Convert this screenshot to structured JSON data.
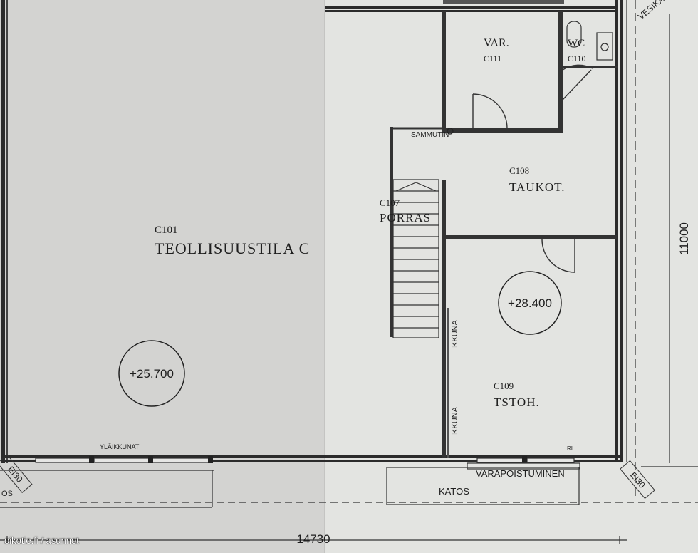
{
  "rooms": [
    {
      "code": "C101",
      "name": "TEOLLISUUSTILA C"
    },
    {
      "code": "C107",
      "name": "PORRAS"
    },
    {
      "code": "C108",
      "name": "TAUKOT."
    },
    {
      "code": "C109",
      "name": "TSTOH."
    },
    {
      "code": "C110",
      "name": "WC"
    },
    {
      "code": "C111",
      "name": "VAR."
    }
  ],
  "elevations": [
    "+25.700",
    "+28.400"
  ],
  "labels": {
    "sammutin": "SAMMUTIN",
    "ikkuna": "IKKUNA",
    "ylaikkunat": "YLÄIKKUNAT",
    "varapoistuminen": "VARAPOISTUMINEN",
    "katos": "KATOS",
    "ei30": "EI30",
    "vesikatto": "VESIKA",
    "os": "OS",
    "ri": "RI"
  },
  "dimensions": {
    "width": "14730",
    "height": "11000"
  },
  "watermark": "oikotie.fi / asunnot",
  "colors": {
    "paper_left": "#d4d4d2",
    "paper_right": "#e4e5e2",
    "ink": "#222222"
  }
}
